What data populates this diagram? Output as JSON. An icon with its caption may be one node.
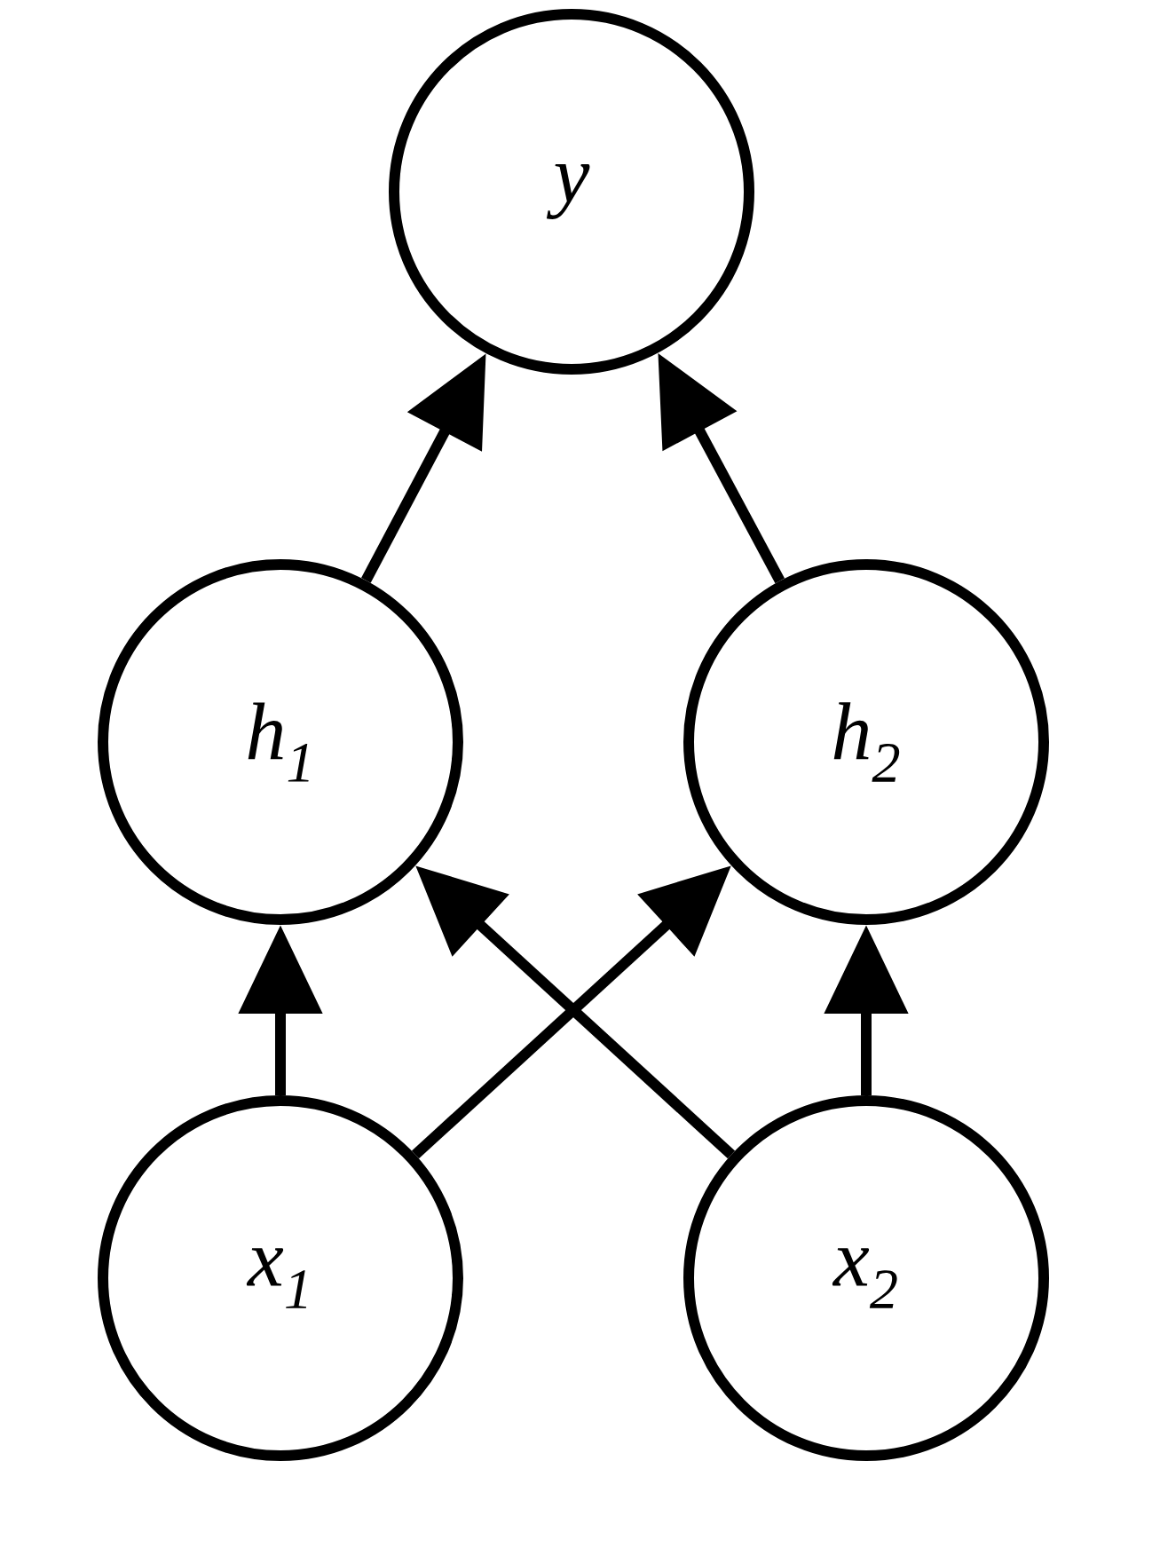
{
  "diagram": {
    "nodes": [
      {
        "text": [
          "y"
        ]
      },
      {
        "text": [
          "h$_{1}$"
        ]
      },
      {
        "text": [
          "h$_{2}$"
        ]
      },
      {
        "text": [
          "x$_{1}$"
        ]
      },
      {
        "text": [
          "x$_{2}$"
        ]
      }
    ],
    "edges": [
      {
        "from": 1,
        "to": 0,
        "arrow": "to"
      },
      {
        "from": 2,
        "to": 0,
        "arrow": "to"
      },
      {
        "from": 3,
        "to": 1,
        "arrow": "to"
      },
      {
        "from": 3,
        "to": 2,
        "arrow": "to"
      },
      {
        "from": 4,
        "to": 1,
        "arrow": "to"
      },
      {
        "from": 4,
        "to": 2,
        "arrow": "to"
      }
    ]
  }
}
